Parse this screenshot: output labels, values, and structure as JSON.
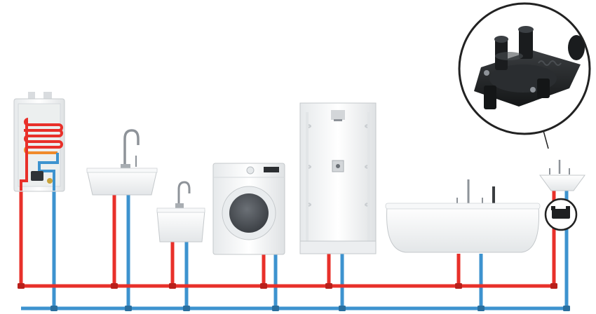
{
  "colors": {
    "hot_pipe": "#e8302a",
    "cold_pipe": "#3d93cf",
    "hot_pipe_dark": "#b81f1a",
    "cold_pipe_dark": "#2a6f9e",
    "fixture_white": "#f4f5f6",
    "fixture_shade": "#d9dcdf",
    "chrome": "#8e9399",
    "valve_black": "#1e2022",
    "callout_ring": "#222222",
    "background": "#ffffff"
  },
  "fixtures": [
    {
      "id": "tankless-water-heater",
      "icon": "water-heater-icon"
    },
    {
      "id": "kitchen-sink",
      "icon": "kitchen-sink-icon"
    },
    {
      "id": "small-sink",
      "icon": "utility-sink-icon"
    },
    {
      "id": "washing-machine",
      "icon": "washing-machine-icon"
    },
    {
      "id": "shower-stall",
      "icon": "shower-icon"
    },
    {
      "id": "bathtub",
      "icon": "bathtub-icon"
    },
    {
      "id": "vessel-sink",
      "icon": "vessel-sink-icon"
    }
  ],
  "callout": {
    "icon": "recirculation-valve-icon",
    "marker_icon": "valve-location-marker"
  }
}
